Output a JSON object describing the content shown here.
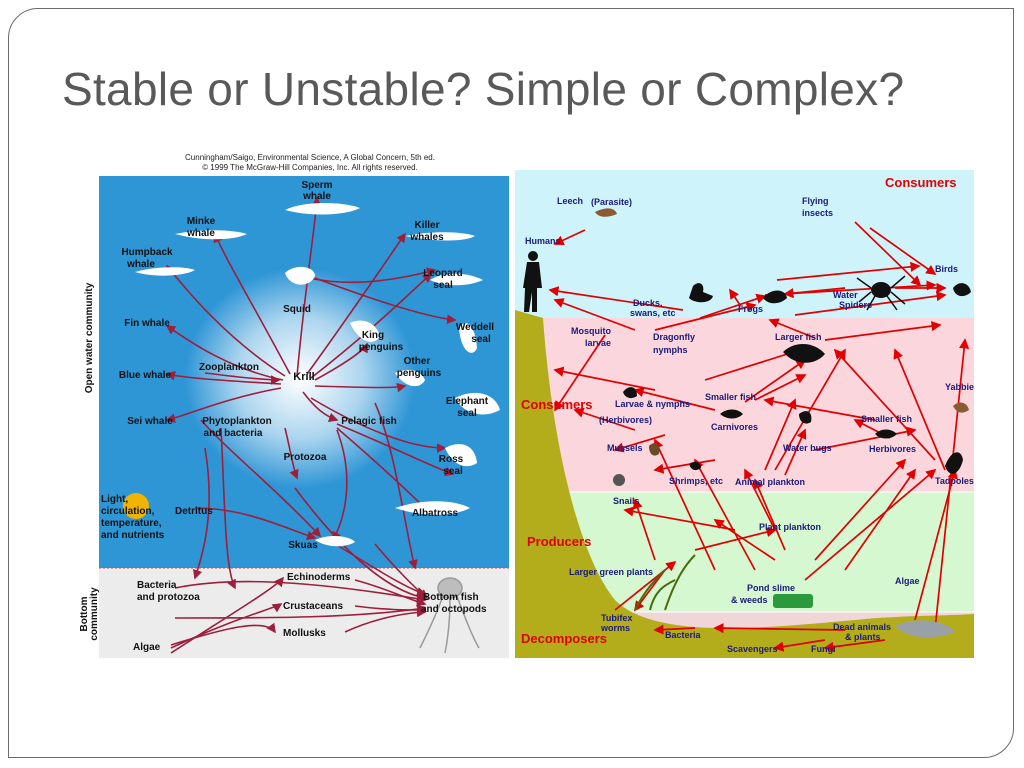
{
  "slide": {
    "title": "Stable or Unstable? Simple or Complex?"
  },
  "left_diagram": {
    "credit_line1": "Cunningham/Saigo, Environmental Science, A Global Concern, 5th ed.",
    "credit_line2": "© 1999 The McGraw-Hill Companies, Inc. All rights reserved.",
    "section_open": "Open water community",
    "section_bottom1": "Bottom",
    "section_bottom2": "community",
    "sperm1": "Sperm",
    "sperm2": "whale",
    "minke1": "Minke",
    "minke2": "whale",
    "killer1": "Killer",
    "killer2": "whales",
    "humpback1": "Humpback",
    "humpback2": "whale",
    "squid": "Squid",
    "leopard1": "Leopard",
    "leopard2": "seal",
    "fin": "Fin whale",
    "king1": "King",
    "king2": "penguins",
    "weddell1": "Weddell",
    "weddell2": "seal",
    "blue": "Blue whale",
    "zooplankton": "Zooplankton",
    "krill": "Krill",
    "other1": "Other",
    "other2": "penguins",
    "sei": "Sei whale",
    "phyto1": "Phytoplankton",
    "phyto2": "and bacteria",
    "pelagic": "Pelagic fish",
    "elephant1": "Elephant",
    "elephant2": "seal",
    "protozoa": "Protozoa",
    "ross1": "Ross",
    "ross2": "seal",
    "light1": "Light,",
    "light2": "circulation,",
    "light3": "temperature,",
    "light4": "and nutrients",
    "detritus": "Detritus",
    "albatross": "Albatross",
    "skuas": "Skuas",
    "echinoderms": "Echinoderms",
    "bacteria1": "Bacteria",
    "bacteria2": "and protozoa",
    "crustaceans": "Crustaceans",
    "bottomfish1": "Bottom fish",
    "bottomfish2": "and octopods",
    "mollusks": "Mollusks",
    "algae": "Algae"
  },
  "right_diagram": {
    "zone_consumers_top": "Consumers",
    "zone_consumers_mid": "Consumers",
    "zone_producers": "Producers",
    "zone_decomposers": "Decomposers",
    "leech": "Leech",
    "parasite": "(Parasite)",
    "flying1": "Flying",
    "flying2": "insects",
    "humans": "Humans",
    "birds": "Birds",
    "ducks1": "Ducks,",
    "ducks2": "swans, etc",
    "frogs": "Frogs",
    "water_spiders1": "Water",
    "water_spiders2": "Spiders",
    "mosquito1": "Mosquito",
    "mosquito2": "larvae",
    "dragonfly1": "Dragonfly",
    "dragonfly2": "nymphs",
    "larger_fish": "Larger fish",
    "yabbie": "Yabbie",
    "larvae_nymphs": "Larvae & nymphs",
    "herbivores_paren": "(Herbivores)",
    "smaller_fish_mid": "Smaller fish",
    "carnivores": "Carnivores",
    "smaller_fish_right": "Smaller fish",
    "herbivores_right": "Herbivores",
    "mussels": "Mussels",
    "water_bugs": "Water bugs",
    "shrimps": "Shrimps, etc",
    "animal_plankton": "Animal plankton",
    "tadpoles": "Tadpoles",
    "snails": "Snails",
    "plant_plankton": "Plant plankton",
    "larger_green_plants": "Larger green plants",
    "algae": "Algae",
    "pond_slime1": "Pond slime",
    "pond_slime2": "& weeds",
    "tubifex1": "Tubifex",
    "tubifex2": "worms",
    "bacteria": "Bacteria",
    "dead1": "Dead animals",
    "dead2": "& plants",
    "scavengers": "Scavengers",
    "fungi": "Fungi"
  },
  "colors": {
    "title": "#595959",
    "ocean_blue": "#2f96d6",
    "left_arrows": "#9c1f3c",
    "right_arrows": "#e00000",
    "zone_label": "#e00000",
    "label_navy": "#1a1a7a",
    "sky": "#cff3fb",
    "pink": "#fbd6dc",
    "green": "#d6f8d0",
    "mud": "#b3ad1c"
  }
}
